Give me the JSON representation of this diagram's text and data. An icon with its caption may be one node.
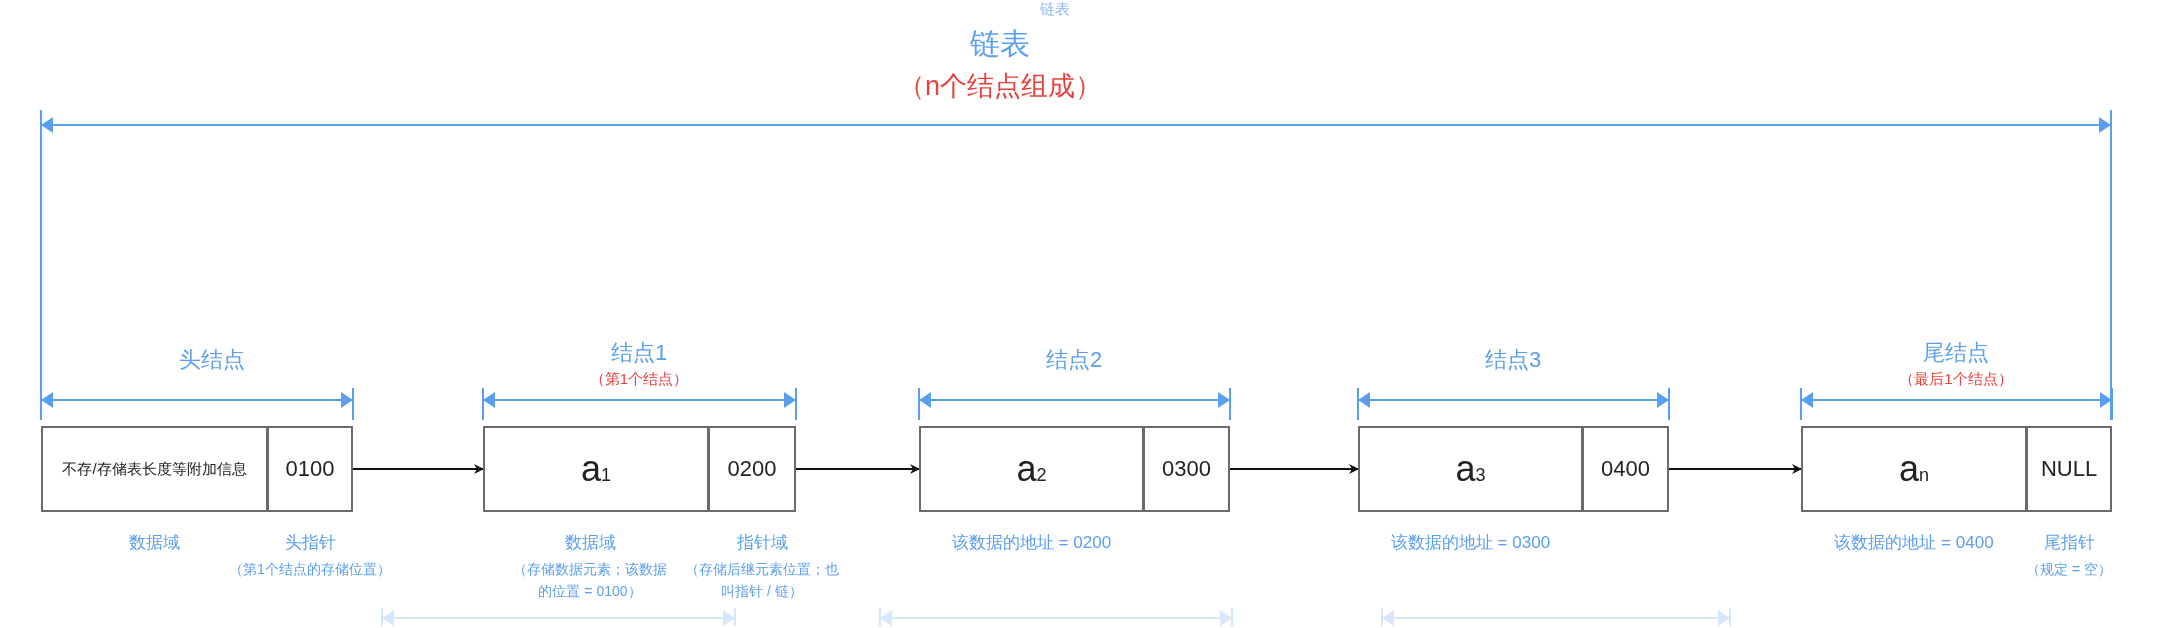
{
  "diagram": {
    "title": "链表",
    "nodes": [
      {
        "text": [
          "不存/存储表长度等附加信息"
        ],
        "beside": [
          "数据域"
        ]
      },
      {
        "text": [
          "0100"
        ],
        "beside": [
          "头指针",
          "（第1个结点的存储位置）"
        ]
      },
      {
        "text": [
          "a$_{1}$"
        ],
        "beside": [
          "数据域",
          "（存储数据元素；该数据的位置 = 0100）"
        ]
      },
      {
        "text": [
          "0200"
        ],
        "beside": [
          "指针域",
          "（存储后继元素位置；也叫指针 / 链）"
        ]
      },
      {
        "text": [
          "a$_{2}$"
        ],
        "beside": [
          "该数据的地址 = 0200"
        ]
      },
      {
        "text": [
          "0300"
        ]
      },
      {
        "text": [
          "a$_{3}$"
        ],
        "beside": [
          "该数据的地址 = 0300"
        ]
      },
      {
        "text": [
          "0400"
        ]
      },
      {
        "text": [
          "a$_{n}$"
        ],
        "beside": [
          "该数据的地址 = 0400"
        ]
      },
      {
        "text": [
          "NULL"
        ],
        "beside": [
          "尾指针",
          "（规定 = 空）"
        ]
      }
    ],
    "edges": [
      {
        "from": 1,
        "to": 2,
        "arrow": "to"
      },
      {
        "from": 3,
        "to": 4,
        "arrow": "to"
      },
      {
        "from": 5,
        "to": 6,
        "arrow": "to"
      },
      {
        "from": 7,
        "to": 8,
        "arrow": "to"
      }
    ],
    "labels": [
      "链表",
      "（n个结点组成）",
      "头结点",
      "结点1",
      "（第1个结点）",
      "结点2",
      "结点3",
      "尾结点",
      "（最后1个结点）"
    ]
  }
}
